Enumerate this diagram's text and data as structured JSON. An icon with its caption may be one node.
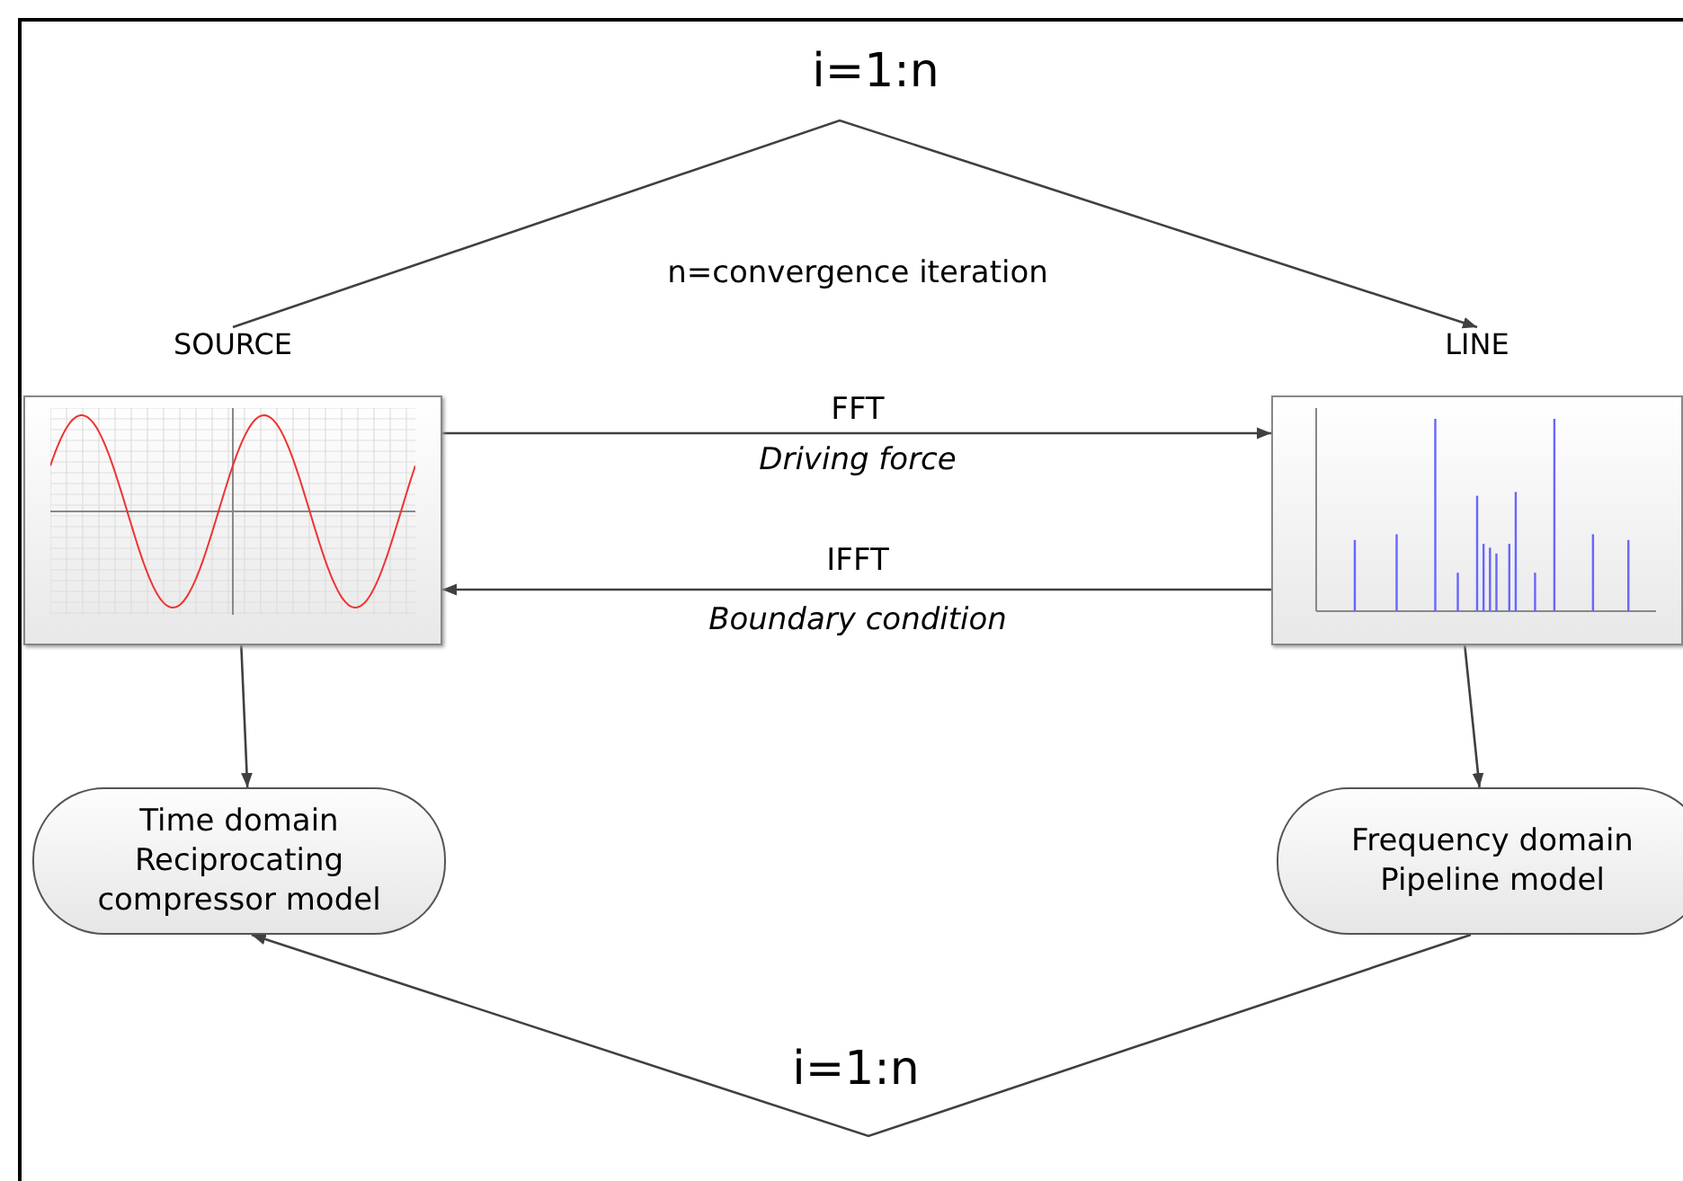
{
  "diagram": {
    "nodes": [
      {
        "text": [
          "SOURCE"
        ]
      },
      {
        "text": [
          "LINE"
        ]
      },
      {
        "text": [
          "Time domain Reciprocating compressor model"
        ]
      },
      {
        "text": [
          "Frequency domain Pipeline model"
        ]
      }
    ],
    "edges": [
      {
        "from": 0,
        "to": 1,
        "arrow": "to",
        "label": "i=1:n"
      },
      {
        "from": 0,
        "to": 1,
        "arrow": "to",
        "label": "FFT"
      },
      {
        "from": 1,
        "to": 0,
        "arrow": "to",
        "label": "IFFT"
      },
      {
        "from": 0,
        "to": 2,
        "arrow": "to"
      },
      {
        "from": 1,
        "to": 3,
        "arrow": "to"
      },
      {
        "from": 3,
        "to": 2,
        "arrow": "to",
        "label": "i=1:n"
      }
    ],
    "labels": [
      "n=convergence iteration",
      "Driving force",
      "Boundary condition"
    ]
  }
}
